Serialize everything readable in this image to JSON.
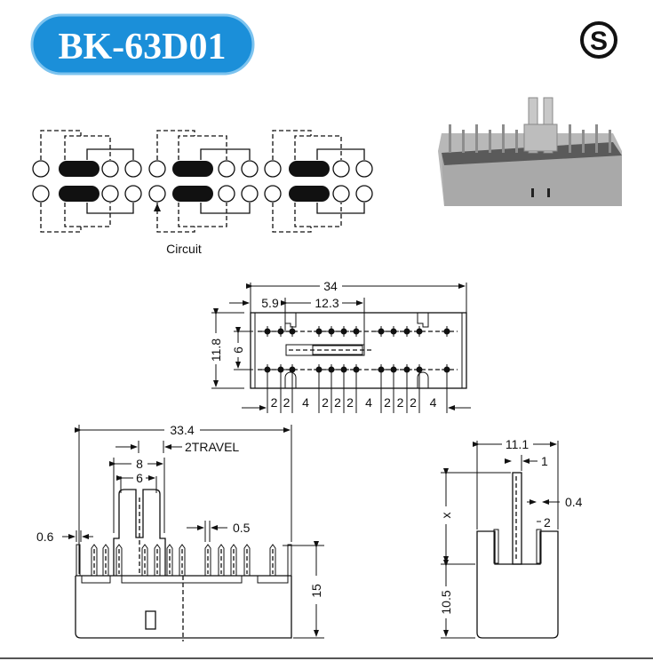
{
  "header": {
    "model": "BK-63D01",
    "logo_letter": "S",
    "accent_color": "#1b8fd9"
  },
  "circuit": {
    "caption": "Circuit"
  },
  "top_view": {
    "overall_length": "34",
    "offset": "5.9",
    "span": "12.3",
    "height": "11.8",
    "row_pitch": "6",
    "pin_pitches": [
      "2",
      "2",
      "4",
      "2",
      "2",
      "2",
      "4",
      "2",
      "2",
      "2",
      "4"
    ]
  },
  "front_view": {
    "overall_length": "33.4",
    "travel": "2TRAVEL",
    "actuator_outer": "8",
    "actuator_inner": "6",
    "frame_pin_width": "0.6",
    "pin_width": "0.5",
    "height": "15"
  },
  "side_view": {
    "width": "11.1",
    "actuator_thickness": "1",
    "pin_thickness": "0.4",
    "pin_offset": "2",
    "actuator_height": "x",
    "body_height": "10.5"
  }
}
